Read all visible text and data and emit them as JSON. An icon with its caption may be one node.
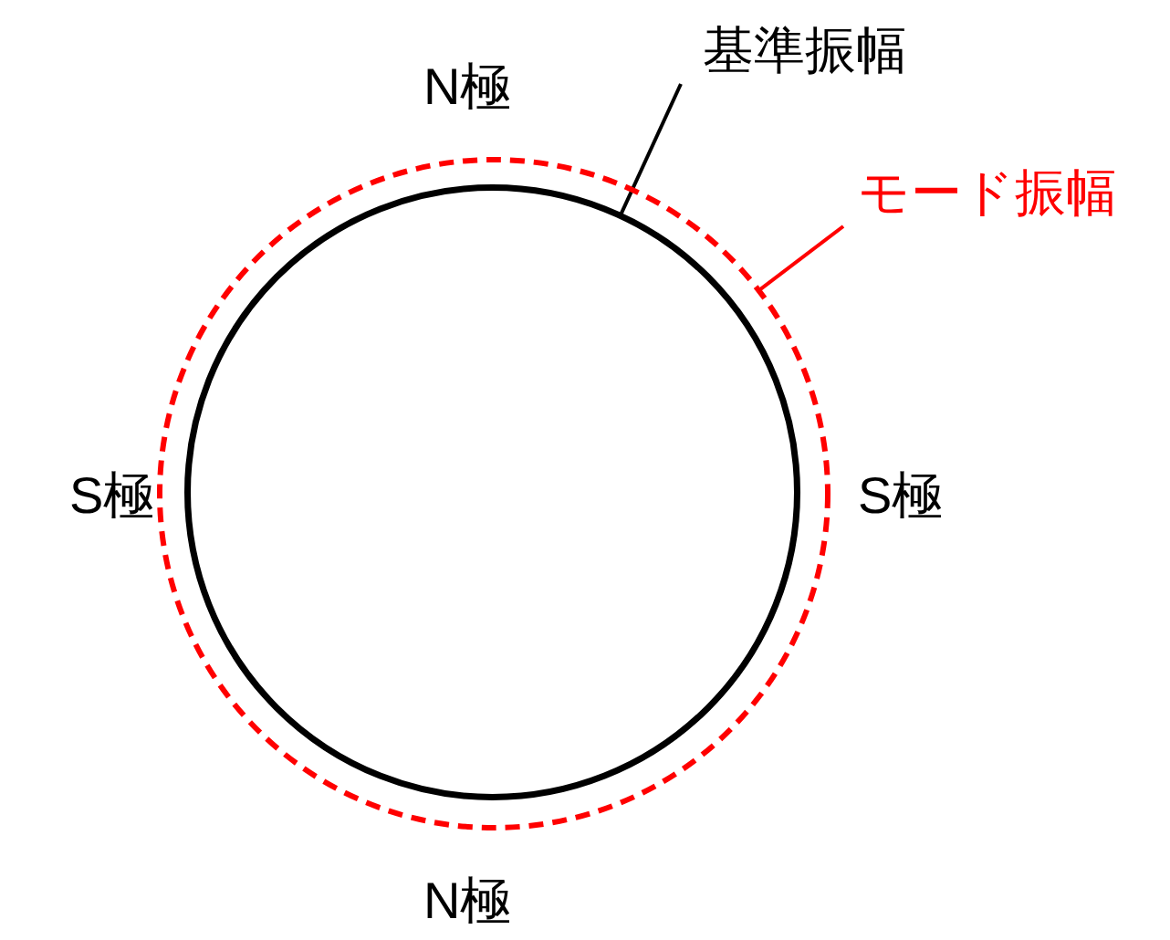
{
  "diagram": {
    "nodes": [
      {
        "text": [
          "基準振幅"
        ]
      },
      {
        "text": [
          "モード振幅"
        ]
      },
      {
        "text": [],
        "shape": "circle"
      },
      {
        "text": [],
        "shape": "circle",
        "in": 2
      }
    ],
    "edges": [
      {
        "from": 0,
        "to": 3,
        "arrow": "none"
      },
      {
        "from": 1,
        "to": 2,
        "arrow": "none",
        "color": "#ff0000"
      }
    ],
    "labels": [
      "N極",
      "S極",
      "S極",
      "N極"
    ]
  }
}
